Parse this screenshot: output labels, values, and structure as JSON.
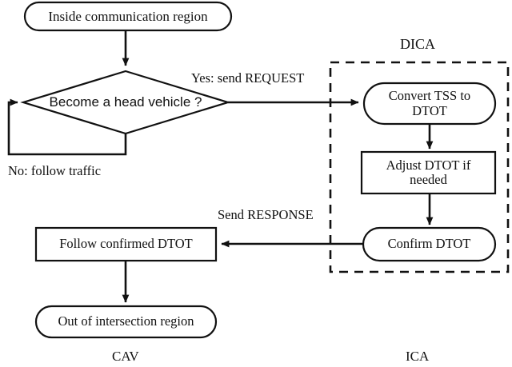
{
  "diagram": {
    "title": "CAV / ICA intersection-management flowchart",
    "stroke_color": "#111111",
    "background_color": "#ffffff",
    "nodes": {
      "start": {
        "label": "Inside communication region",
        "shape": "rounded-terminal"
      },
      "decision": {
        "label": "Become a head vehicle ?",
        "shape": "diamond"
      },
      "convert": {
        "label": "Convert TSS to\nDTOT",
        "shape": "rounded-terminal"
      },
      "adjust": {
        "label": "Adjust DTOT if\nneeded",
        "shape": "rectangle"
      },
      "confirm": {
        "label": "Confirm DTOT",
        "shape": "rounded-terminal"
      },
      "follow": {
        "label": "Follow confirmed DTOT",
        "shape": "rectangle"
      },
      "end": {
        "label": "Out of intersection region",
        "shape": "rounded-terminal"
      }
    },
    "edge_labels": {
      "yes_branch": "Yes: send REQUEST",
      "no_branch": "No: follow traffic",
      "response": "Send RESPONSE"
    },
    "group_labels": {
      "dica": "DICA",
      "cav": "CAV",
      "ica": "ICA"
    }
  }
}
